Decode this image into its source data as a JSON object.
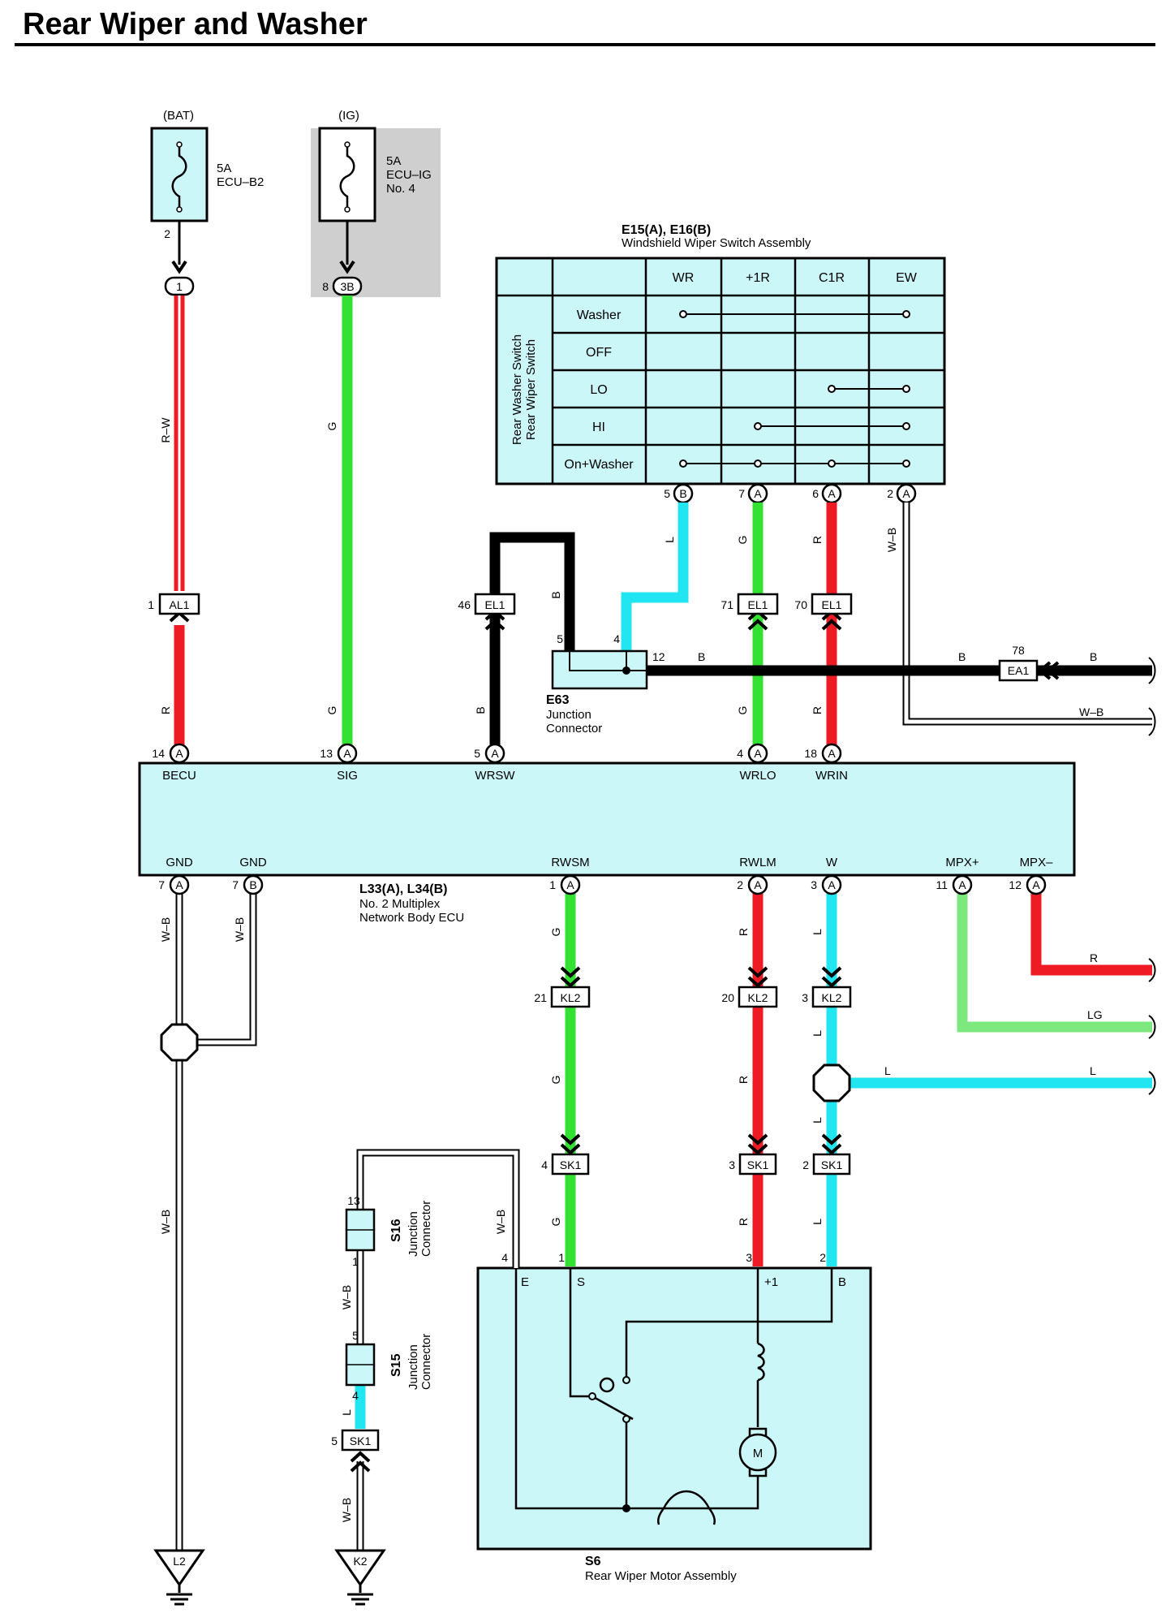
{
  "title": "Rear Wiper and Washer",
  "power": {
    "bat": {
      "source": "(BAT)",
      "amp": "5A",
      "name": "ECU–B2",
      "pin": "2",
      "connector": "1"
    },
    "ig": {
      "source": "(IG)",
      "amp": "5A",
      "name": "ECU–IG",
      "name2": "No. 4",
      "pin": "8",
      "connector": "3B"
    }
  },
  "switch": {
    "id": "E15(A), E16(B)",
    "name": "Windshield Wiper Switch Assembly",
    "side_labels": [
      "Rear Washer Switch",
      "Rear Wiper Switch"
    ],
    "columns": [
      "WR",
      "+1R",
      "C1R",
      "EW"
    ],
    "rows": [
      "Washer",
      "OFF",
      "LO",
      "HI",
      "On+Washer"
    ],
    "pins": [
      {
        "num": "5",
        "conn": "B",
        "wire": "L"
      },
      {
        "num": "7",
        "conn": "A",
        "wire": "G"
      },
      {
        "num": "6",
        "conn": "A",
        "wire": "R"
      },
      {
        "num": "2",
        "conn": "A",
        "wire": "W–B"
      }
    ]
  },
  "ecu": {
    "id": "L33(A), L34(B)",
    "name": "No. 2 Multiplex",
    "name2": "Network Body ECU",
    "top_terminals": [
      {
        "num": "14",
        "conn": "A",
        "label": "BECU"
      },
      {
        "num": "13",
        "conn": "A",
        "label": "SIG"
      },
      {
        "num": "5",
        "conn": "A",
        "label": "WRSW"
      },
      {
        "num": "4",
        "conn": "A",
        "label": "WRLO"
      },
      {
        "num": "18",
        "conn": "A",
        "label": "WRIN"
      }
    ],
    "bottom_terminals": [
      {
        "num": "7",
        "conn": "A",
        "label": "GND"
      },
      {
        "num": "7",
        "conn": "B",
        "label": "GND"
      },
      {
        "num": "1",
        "conn": "A",
        "label": "RWSM"
      },
      {
        "num": "2",
        "conn": "A",
        "label": "RWLM"
      },
      {
        "num": "3",
        "conn": "A",
        "label": "W"
      },
      {
        "num": "11",
        "conn": "A",
        "label": "MPX+"
      },
      {
        "num": "12",
        "conn": "A",
        "label": "MPX–"
      }
    ]
  },
  "connectors": {
    "al1": {
      "name": "AL1",
      "pin": "1"
    },
    "el1_46": {
      "name": "EL1",
      "pin": "46"
    },
    "el1_71": {
      "name": "EL1",
      "pin": "71"
    },
    "el1_70": {
      "name": "EL1",
      "pin": "70"
    },
    "ea1": {
      "name": "EA1",
      "pin": "78"
    },
    "kl2_21": {
      "name": "KL2",
      "pin": "21"
    },
    "kl2_20": {
      "name": "KL2",
      "pin": "20"
    },
    "kl2_3": {
      "name": "KL2",
      "pin": "3"
    },
    "sk1_4": {
      "name": "SK1",
      "pin": "4"
    },
    "sk1_3": {
      "name": "SK1",
      "pin": "3"
    },
    "sk1_2": {
      "name": "SK1",
      "pin": "2"
    },
    "sk1_5": {
      "name": "SK1",
      "pin": "5"
    }
  },
  "junction_e63": {
    "id": "E63",
    "name": "Junction",
    "name2": "Connector",
    "pin_a": "5",
    "pin_b": "4",
    "pin_c": "12"
  },
  "junction_s16": {
    "id": "S16",
    "name": "Junction",
    "name2": "Connector",
    "pin_top": "13",
    "pin_bottom": "1"
  },
  "junction_s15": {
    "id": "S15",
    "name": "Junction",
    "name2": "Connector",
    "pin_top": "5",
    "pin_bottom": "4"
  },
  "grounds": {
    "l2": "L2",
    "k2": "K2"
  },
  "motor": {
    "id": "S6",
    "name": "Rear Wiper Motor Assembly",
    "terminals": [
      {
        "pin": "4",
        "label": "E"
      },
      {
        "pin": "1",
        "label": "S"
      },
      {
        "pin": "3",
        "label": "+1"
      },
      {
        "pin": "2",
        "label": "B"
      }
    ],
    "symbol": "M"
  },
  "wires": {
    "r_w": "R–W",
    "r": "R",
    "g": "G",
    "b": "B",
    "l": "L",
    "lg": "LG",
    "w_b": "W–B"
  },
  "colors": {
    "red": "#ee1b24",
    "green": "#33e133",
    "light_green": "#7de87d",
    "cyan": "#22e5f2",
    "black": "#000000",
    "box_fill": "#ccf7f9",
    "ig_shade": "#cfcfcf"
  }
}
